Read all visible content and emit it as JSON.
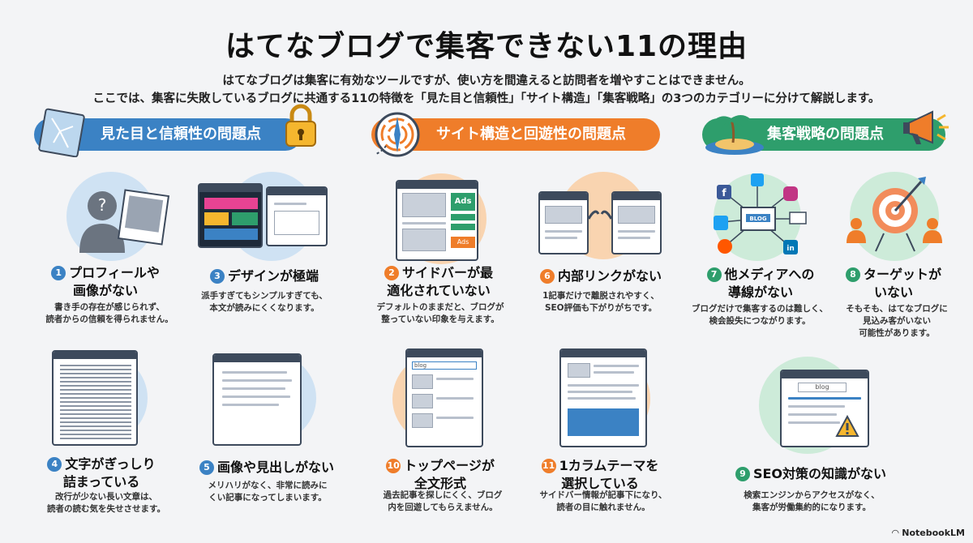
{
  "title": "はてなブログで集客できない11の理由",
  "subtitle_1": "はてなブログは集客に有効なツールですが、使い方を間違えると訪問者を増やすことはできません。",
  "subtitle_2": "ここでは、集客に失敗しているブログに共通する11の特徴を「見た目と信頼性」「サイト構造」「集客戦略」の3つのカテゴリーに分けて解説します。",
  "categories": [
    {
      "label": "見た目と信頼性の問題点",
      "color": "#3b82c4"
    },
    {
      "label": "サイト構造と回遊性の問題点",
      "color": "#ef7d2a"
    },
    {
      "label": "集客戦略の問題点",
      "color": "#2e9e6c"
    }
  ],
  "items": [
    {
      "num": "1",
      "head_1": "プロフィールや",
      "head_2": "画像がない",
      "desc_1": "書き手の存在が感じられず、",
      "desc_2": "読者からの信頼を得られません。"
    },
    {
      "num": "3",
      "head_1": "デザインが極端",
      "head_2": "",
      "desc_1": "派手すぎてもシンプルすぎても、",
      "desc_2": "本文が読みにくくなります。"
    },
    {
      "num": "4",
      "head_1": "文字がぎっしり",
      "head_2": "詰まっている",
      "desc_1": "改行が少ない長い文章は、",
      "desc_2": "読者の読む気を失せさせます。"
    },
    {
      "num": "5",
      "head_1": "画像や見出しがない",
      "head_2": "",
      "desc_1": "メリハリがなく、非常に読みに",
      "desc_2": "くい記事になってしまいます。"
    },
    {
      "num": "2",
      "head_1": "サイドバーが最",
      "head_2": "適化されていない",
      "desc_1": "デフォルトのままだと、ブログが",
      "desc_2": "整っていない印象を与えます。"
    },
    {
      "num": "6",
      "head_1": "内部リンクがない",
      "head_2": "",
      "desc_1": "1記事だけで離脱されやすく、",
      "desc_2": "SEO評価も下がりがちです。"
    },
    {
      "num": "10",
      "head_1": "トップページが",
      "head_2": "全文形式",
      "desc_1": "過去記事を探しにくく、ブログ",
      "desc_2": "内を回遊してもらえません。"
    },
    {
      "num": "11",
      "head_1": "1カラムテーマを",
      "head_2": "選択している",
      "desc_1": "サイドバー情報が記事下になり、",
      "desc_2": "読者の目に触れません。"
    },
    {
      "num": "7",
      "head_1": "他メディアへの",
      "head_2": "導線がない",
      "desc_1": "ブログだけで集客するのは難しく、",
      "desc_2": "検会設失につながります。"
    },
    {
      "num": "8",
      "head_1": "ターゲットが",
      "head_2": "いない",
      "desc_1": "そもそも、はてなブログに",
      "desc_2": "見込み客がいない",
      "desc_3": "可能性があります。"
    },
    {
      "num": "9",
      "head_1": "SEO対策の知識がない",
      "head_2": "",
      "desc_1": "検索エンジンからアクセスがなく、",
      "desc_2": "集客が労働集約的になります。"
    }
  ],
  "illus": {
    "ads_label": "Ads",
    "ads_label_2": "Ads",
    "blog_badge": "BLOG",
    "blog_search": "blog",
    "blog_search_2": "blog",
    "social_f": "f",
    "social_in": "in"
  },
  "logo": "NotebookLM"
}
